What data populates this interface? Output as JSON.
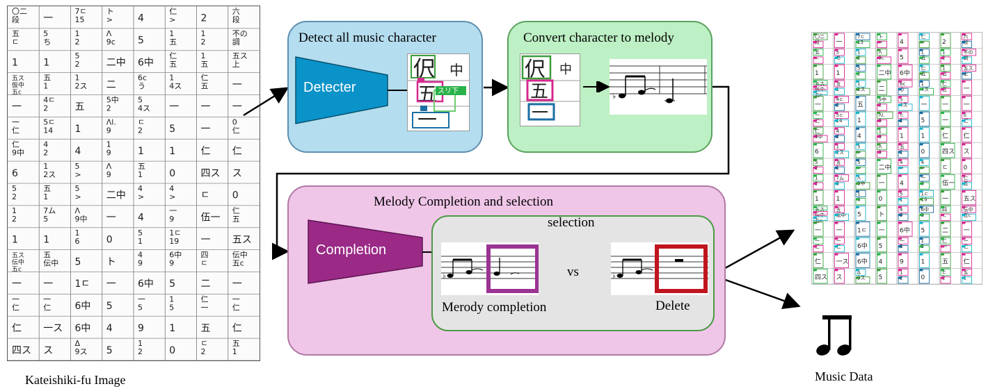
{
  "labels": {
    "input_caption": "Kateishiki-fu Image",
    "detect_title": "Detect all  music character",
    "detecter_block": "Detecter",
    "convert_title": "Convert character to melody",
    "completion_title": "Melody Completion and selection",
    "completion_block": "Completion",
    "selection_title": "selection",
    "vs": "vs",
    "completion_option": "Merody completion",
    "delete_option": "Delete",
    "output_caption": "Music Data"
  },
  "detection_tags": {
    "tag_suri": "スリ下",
    "tag_mini": "五"
  },
  "colors": {
    "detecter_fill": "#0a93c9",
    "completion_fill": "#9a2a86",
    "completion_frame": "#9b3393",
    "delete_frame": "#c0151f",
    "box_green": "#3a9d3a",
    "box_pink": "#d5288f",
    "box_blue": "#1b6ea3",
    "arrow": "#000000"
  },
  "score_grid_text": [
    [
      "〇二\n段",
      "一",
      "7ㄷ\n15",
      "ト\n>",
      "4",
      "仁\n>",
      "2",
      "六\n段"
    ],
    [
      "五\nㄷ",
      "5\nち",
      "1\n2",
      "Λ\n9c",
      "5",
      "1\n五",
      "1\n2",
      "不の\n調"
    ],
    [
      "1",
      "1",
      "5\n2",
      "二中",
      "6中",
      "仁\n五",
      "1\n五",
      "五ス\n上"
    ],
    [
      "五ス\n仮中\n五c",
      "五\n1",
      "1\n2ス",
      "二",
      "6c\nう",
      "1\n4ス",
      "仁\n五",
      "一"
    ],
    [
      "一",
      "4ㄷ\n2",
      "五",
      "5中\n2",
      "5\n4ス",
      "一",
      "一",
      "一"
    ],
    [
      "一\n仁",
      "5ㄷ\n14",
      "1",
      "Λl.\n9",
      "ㄷ\n2",
      "5",
      "一",
      "0\n仁"
    ],
    [
      "仁\n9中",
      "4\n2",
      "4",
      "1\n9",
      "1",
      "1",
      "仁",
      "仁"
    ],
    [
      "6",
      "1\n2ス",
      "5\n>",
      "Λ\n9",
      "五\n1",
      "0",
      "四ス",
      "ス"
    ],
    [
      "5\n2",
      "五\n1",
      "5\n>",
      "二中",
      "4\n>",
      "4\n>",
      "ㄷ",
      "0"
    ],
    [
      "1\n2",
      "7ム\n5",
      "Λ\n9中",
      "一",
      "4",
      "一\n9",
      "伍一",
      "仁\n五"
    ],
    [
      "1",
      "1",
      "1\n6",
      "0",
      "5\n1",
      "1ㄷ\n19",
      "一",
      "五ス"
    ],
    [
      "五ス\n伝中\n五c",
      "五\n伝中",
      "5",
      "ト",
      "4\n9",
      "6中\n9",
      "四\nㄷ",
      "伝中\n五c"
    ],
    [
      "一",
      "一",
      "1ㄷ",
      "一",
      "6中",
      "5",
      "二",
      "一"
    ],
    [
      "一\n仁",
      "一\n仁",
      "6中",
      "5",
      "一\n5",
      "1\n5",
      "仁\n一",
      "一\n仁"
    ],
    [
      "仁",
      "一ス",
      "6中",
      "4",
      "9",
      "1",
      "五",
      "仁"
    ],
    [
      "四ス",
      "ス",
      "Δ\n9ス",
      "5",
      "1\n2",
      "0",
      "ㄷ\n2",
      "五\n1"
    ]
  ]
}
